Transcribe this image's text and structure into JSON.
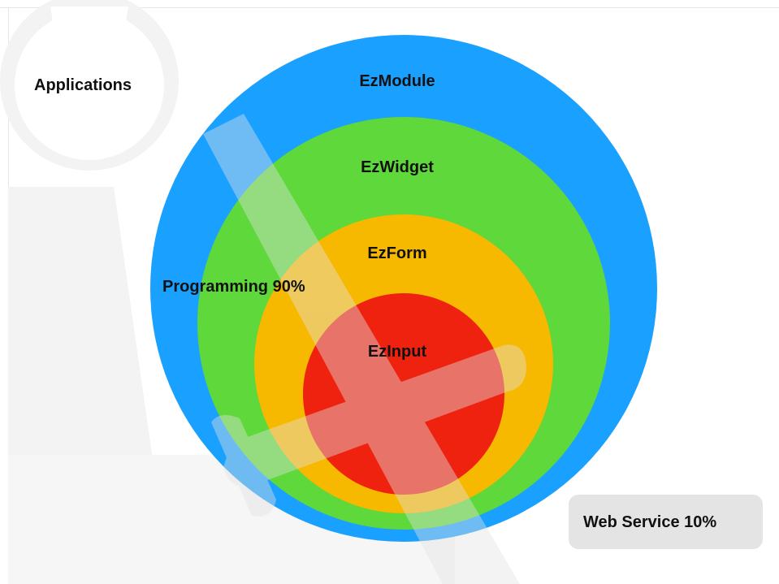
{
  "slide": {
    "applications_label": "Applications",
    "programming_label": "Programming 90%",
    "web_service_label": "Web Service 10%"
  },
  "layers": {
    "module": {
      "label": "EzModule",
      "color": "#1aa0ff"
    },
    "widget": {
      "label": "EzWidget",
      "color": "#5ed83a"
    },
    "form": {
      "label": "EzForm",
      "color": "#f7b800"
    },
    "input": {
      "label": "EzInput",
      "color": "#ee220f"
    }
  },
  "colors": {
    "background": "#ffffff",
    "watermark": "#f2f2f2",
    "wrench_overlay": "#dcdcdc",
    "web_service_box": "#e4e4e4",
    "text": "#111111"
  },
  "icons": {
    "background_watermark": "wrench-icon",
    "overlay": "wrench-screwdriver-icon"
  }
}
